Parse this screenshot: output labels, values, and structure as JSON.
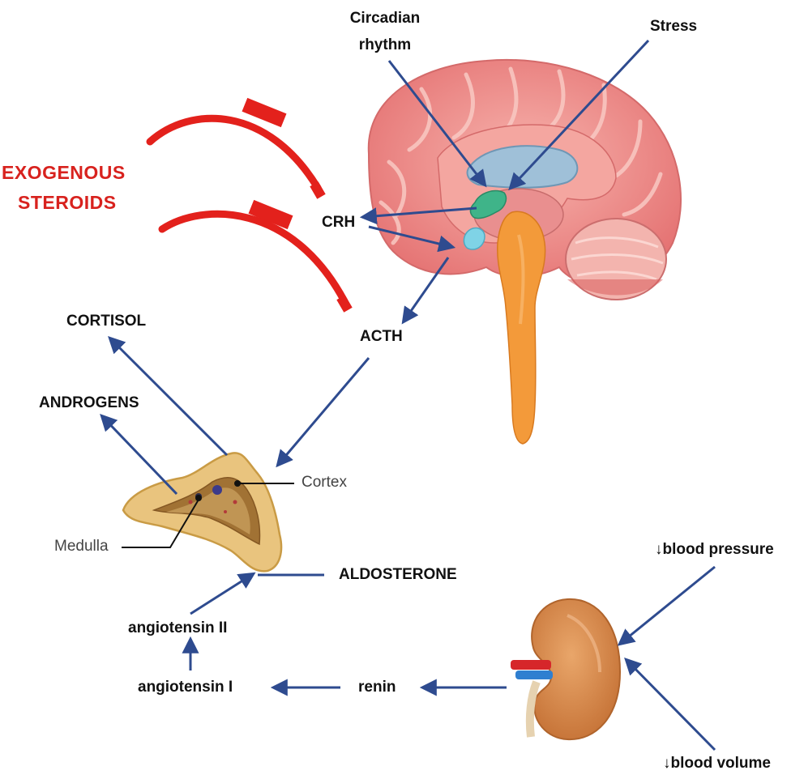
{
  "labels": {
    "circadian": "Circadian\nrhythm",
    "stress": "Stress",
    "exogenous_line1": "EXOGENOUS",
    "exogenous_line2": "STEROIDS",
    "crh": "CRH",
    "acth": "ACTH",
    "cortisol": "CORTISOL",
    "androgens": "ANDROGENS",
    "cortex": "Cortex",
    "medulla": "Medulla",
    "aldosterone": "ALDOSTERONE",
    "angiotensin_2": "angiotensin II",
    "angiotensin_1": "angiotensin I",
    "renin": "renin",
    "blood_pressure": "↓blood pressure",
    "blood_volume": "↓blood volume"
  },
  "colors": {
    "arrow": "#2e4b8f",
    "inhibit": "#e3211c",
    "brain": "#f08c8c",
    "spinal": "#f39a3a",
    "adrenal": "#e9c47e",
    "kidney": "#d98a4a"
  }
}
